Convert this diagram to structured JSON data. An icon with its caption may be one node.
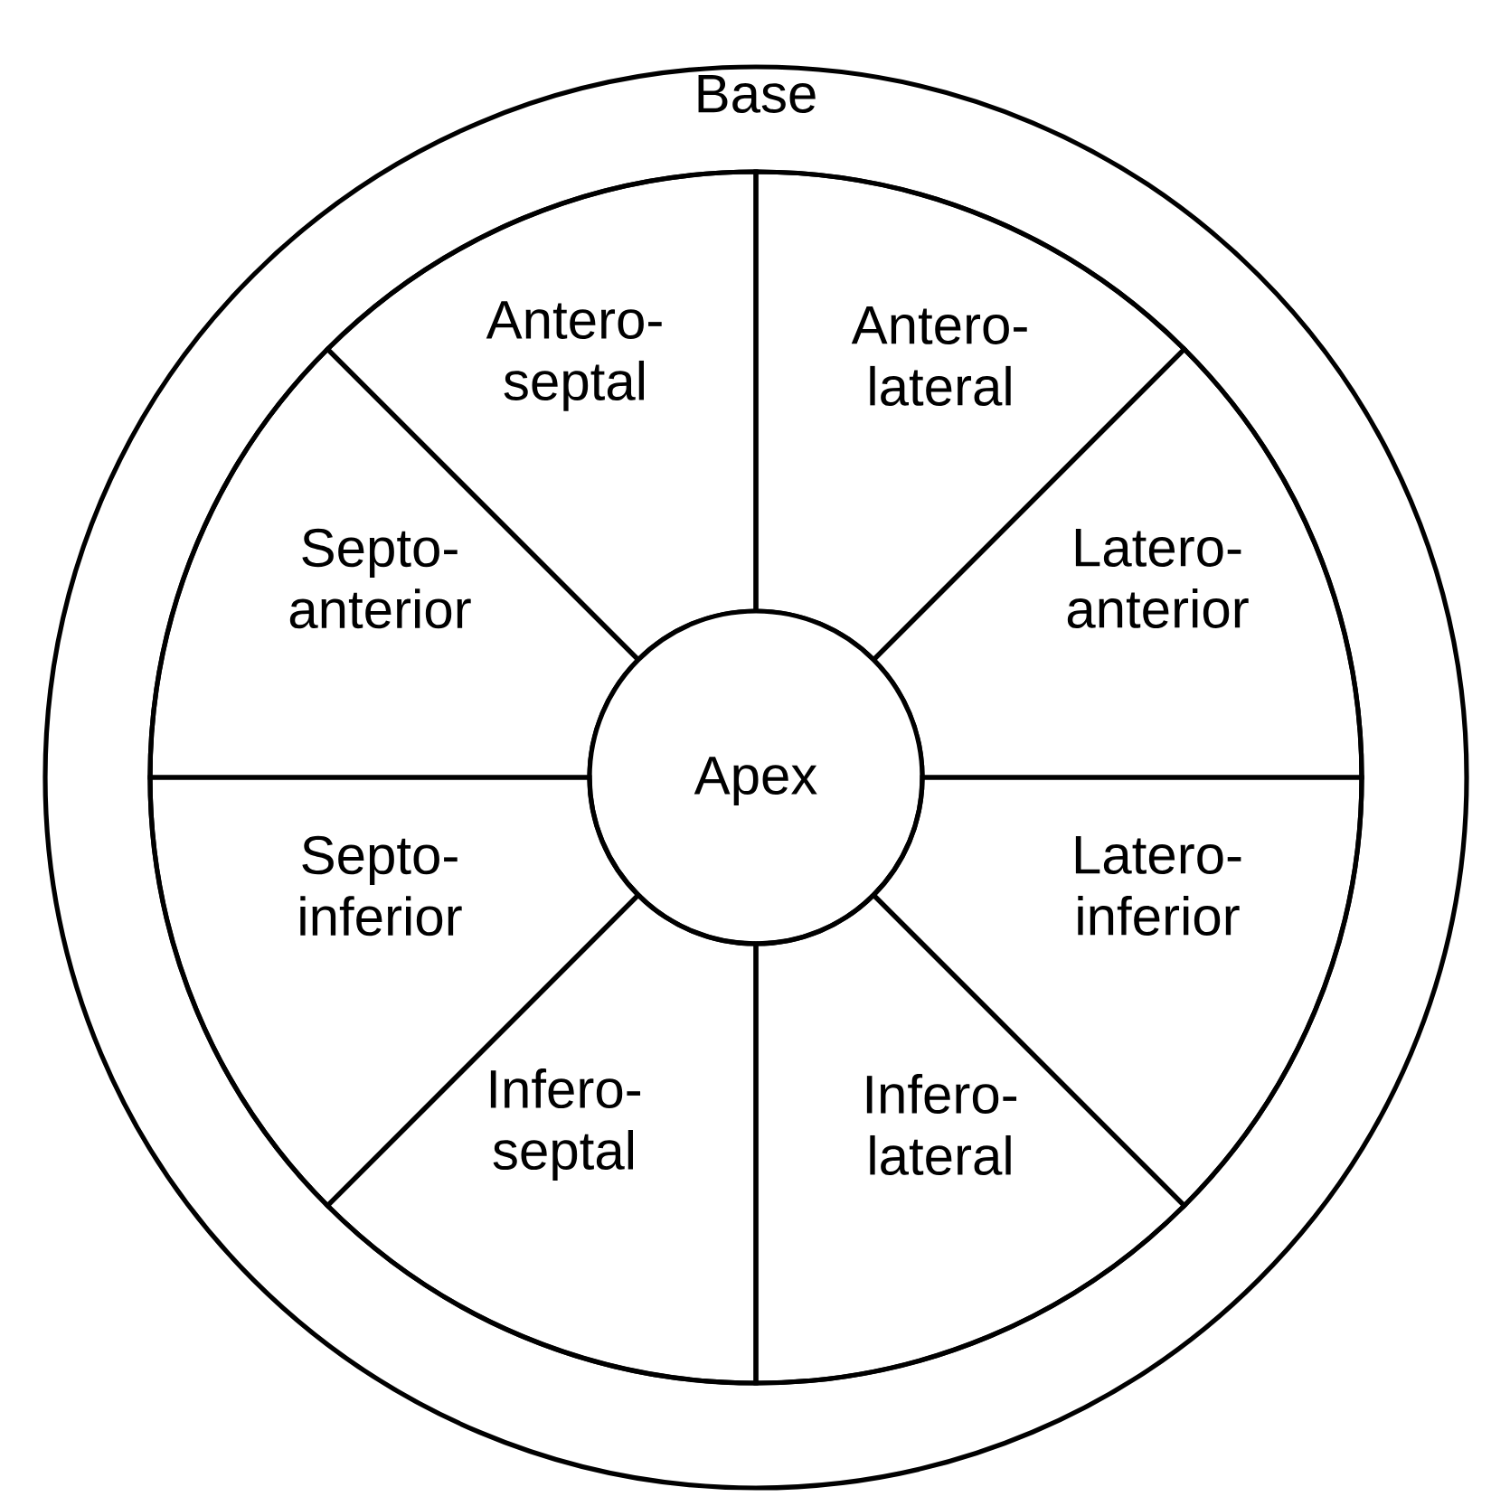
{
  "diagram": {
    "nodes": [
      {
        "text": [
          "Base"
        ]
      },
      {
        "text": [
          "Antero- septal"
        ],
        "in": 0
      },
      {
        "text": [
          "Antero- lateral"
        ],
        "in": 0
      },
      {
        "text": [
          "Septo- anterior"
        ],
        "in": 0
      },
      {
        "text": [
          "Latero- anterior"
        ],
        "in": 0
      },
      {
        "text": [
          "Apex"
        ],
        "in": 0
      },
      {
        "text": [
          "Septo- inferior"
        ],
        "in": 0
      },
      {
        "text": [
          "Latero- inferior"
        ],
        "in": 0
      },
      {
        "text": [
          "Infero- septal"
        ],
        "in": 0
      },
      {
        "text": [
          "Infero- lateral"
        ],
        "in": 0
      }
    ]
  }
}
